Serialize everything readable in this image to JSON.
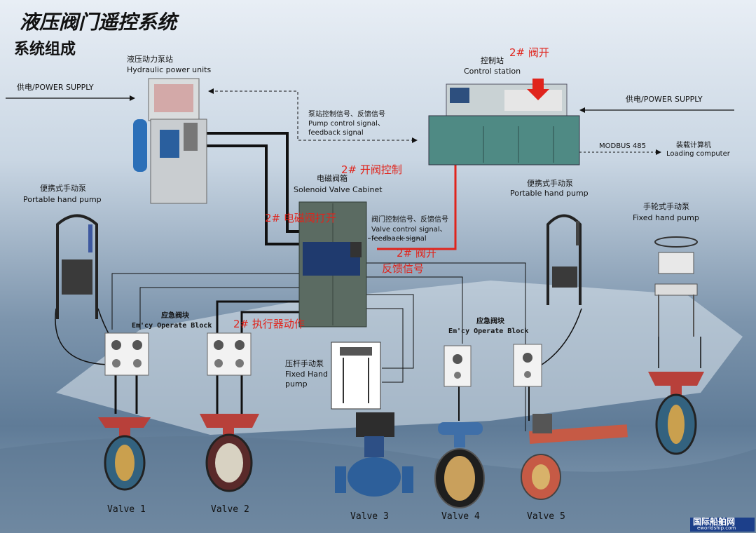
{
  "header": {
    "title": "液压阀门遥控系统",
    "subtitle": "系统组成"
  },
  "power_left": "供电/POWER SUPPLY",
  "power_right": "供电/POWER SUPPLY",
  "hpu": {
    "cn": "液压动力泵站",
    "en": "Hydraulic power units"
  },
  "control_station": {
    "cn": "控制站",
    "en": "Control station"
  },
  "pump_signal": {
    "cn": "泵站控制信号、反馈信号",
    "en1": "Pump control signal、",
    "en2": "feedback signal"
  },
  "modbus": "MODBUS 485",
  "loading_computer": {
    "cn": "装载计算机",
    "en": "Loading computer"
  },
  "solenoid_cabinet": {
    "cn": "电磁阀箱",
    "en": "Solenoid Valve Cabinet"
  },
  "valve_signal": {
    "cn": "阀门控制信号、反馈信号",
    "en1": "Valve control signal、",
    "en2": "feedback signal"
  },
  "portable_left": {
    "cn": "便携式手动泵",
    "en": "Portable hand pump"
  },
  "portable_right": {
    "cn": "便携式手动泵",
    "en": "Portable hand pump"
  },
  "fixed_hand_pump_right": {
    "cn": "手轮式手动泵",
    "en": "Fixed hand pump"
  },
  "fixed_hand_pump_mid": {
    "cn": "压杆手动泵",
    "en1": "Fixed Hand",
    "en2": "pump"
  },
  "emergency_left": {
    "cn": "应急阀块",
    "en": "Em'cy Operate Block"
  },
  "emergency_right": {
    "cn": "应急阀块",
    "en": "Em'cy Operate Block"
  },
  "annotations": {
    "valve_open_top": "2#  阀开",
    "open_control": "2#  开阀控制",
    "solenoid_open": "2#  电磁阀打开",
    "valve_open_mid": "2#  阀开",
    "feedback": "反馈信号",
    "actuator": "2#  执行器动作"
  },
  "valves": [
    "Valve 1",
    "Valve 2",
    "Valve 3",
    "Valve 4",
    "Valve 5"
  ],
  "watermark_right": {
    "cn": "国际船舶网",
    "en": "eworldship.com"
  },
  "colors": {
    "red": "#e0241c",
    "cabinet": "#5b6b62",
    "station": "#4f8a84",
    "pipe": "#111111",
    "valve_red": "#b8403a",
    "valve_blue": "#3f6fa8"
  }
}
